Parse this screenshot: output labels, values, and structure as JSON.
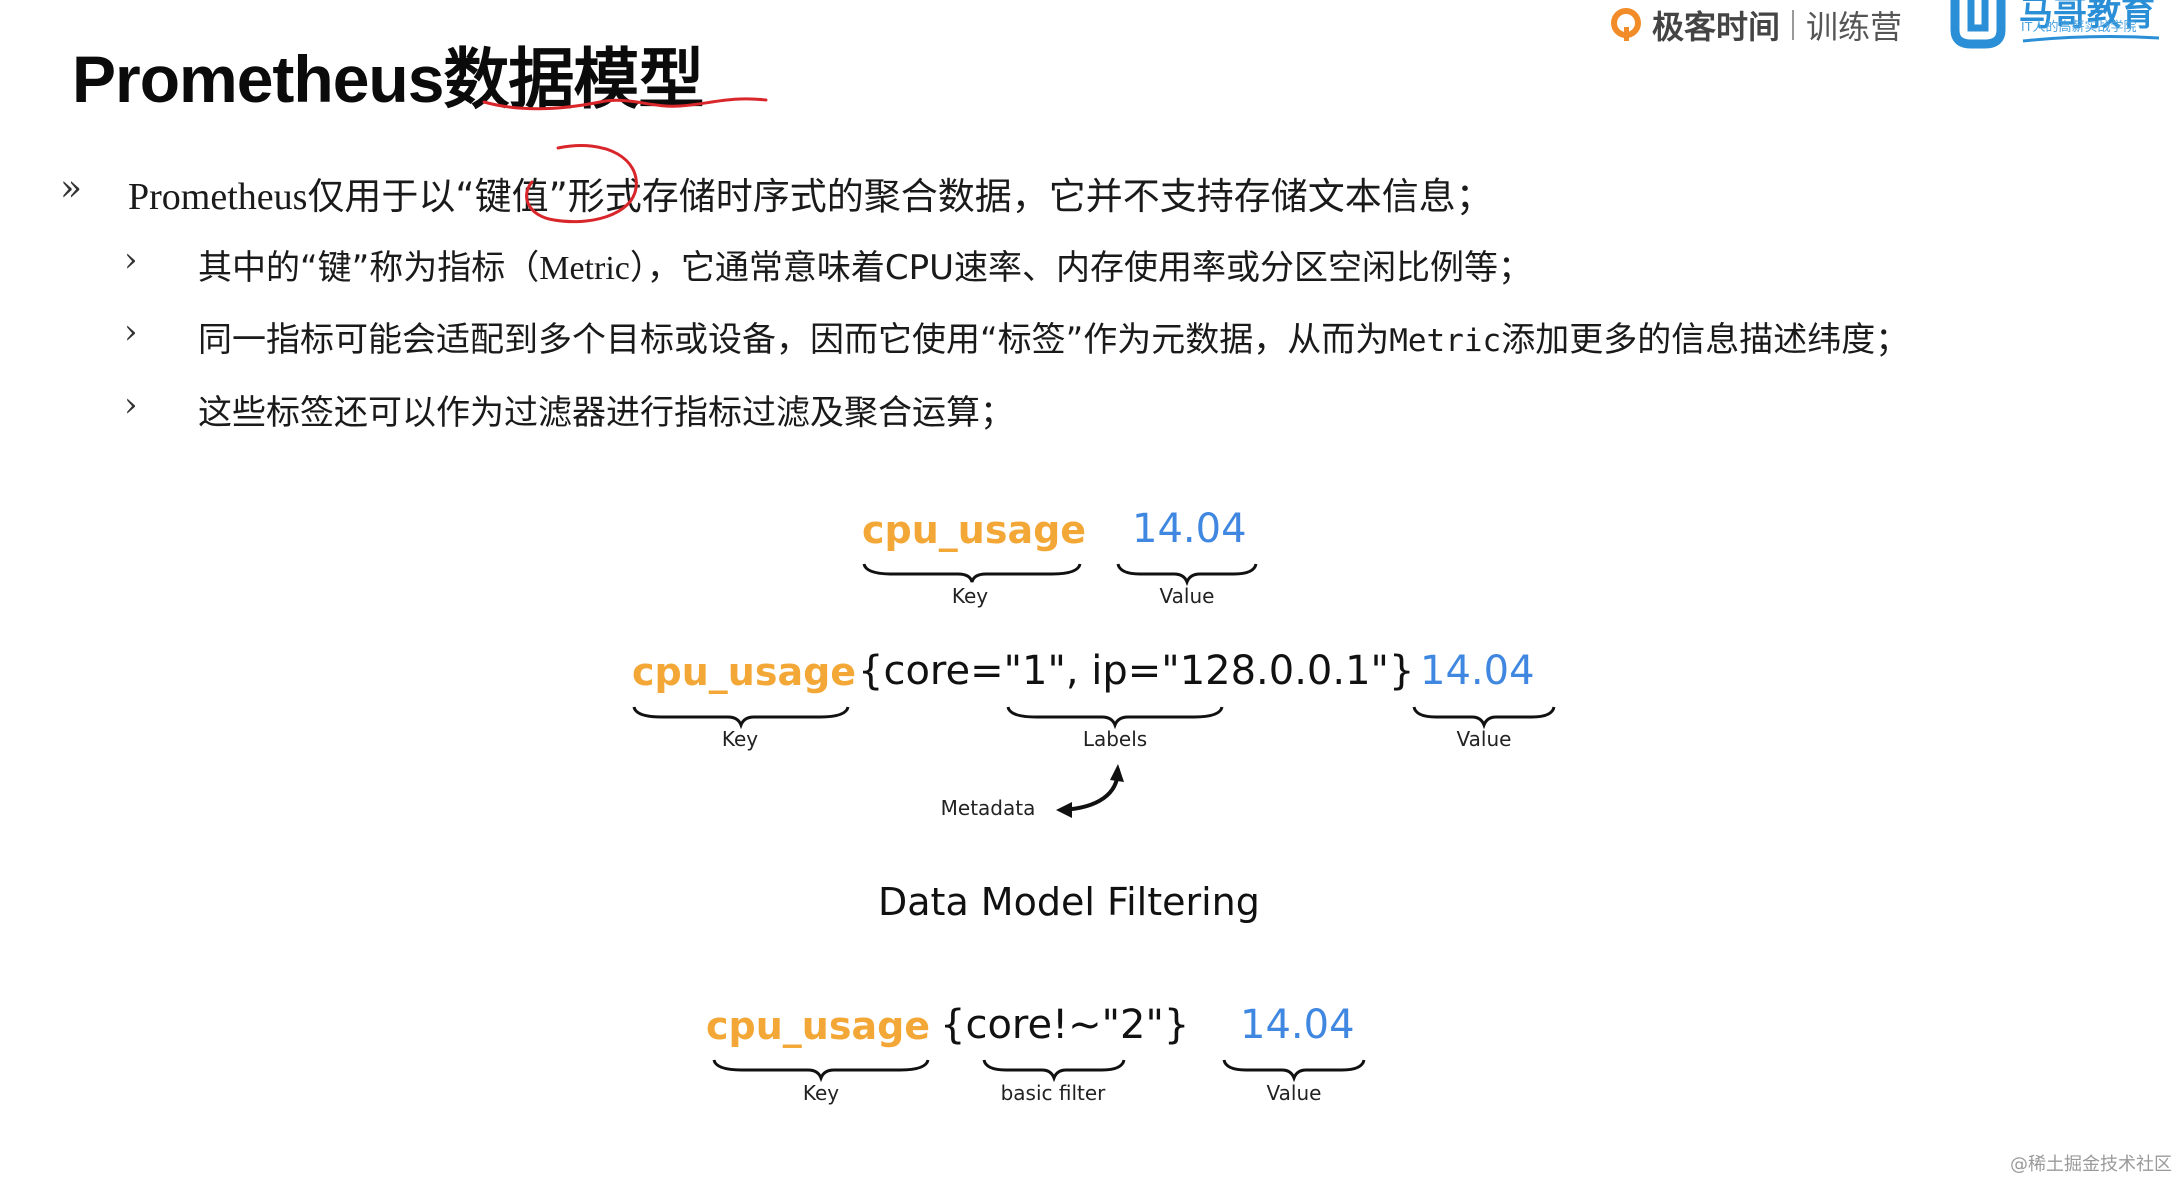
{
  "header": {
    "title": "Prometheus数据模型"
  },
  "branding": {
    "geektime": "极客时间",
    "camp": "训练营",
    "mage": "马哥教育",
    "mage_sub": "IT人的高薪实战学院"
  },
  "bullets": [
    {
      "mark": "»",
      "text_a": "Prometheus",
      "text_b": "仅用于以“",
      "text_c": "键值",
      "text_d": "”形式存储时序式的聚合数据，它并不支持存储文本信息；"
    }
  ],
  "sub_bullets": [
    {
      "mark": "›",
      "text_a": "其中的“键”称为指标（",
      "text_b": "Metric",
      "text_c": "），它通常意味着CPU速率、内存使用率或分区空闲比例等；"
    },
    {
      "mark": "›",
      "text_a": "同一指标可能会适配到多个目标或设备，因而它使用“标签”作为元数据，从而为",
      "text_b": "Metric",
      "text_c": "添加更多的信息描述纬度；"
    },
    {
      "mark": "›",
      "text_a": "这些标签还可以作为过滤器进行指标过滤及聚合运算；"
    }
  ],
  "diagram": {
    "row1": {
      "key": "cpu_usage",
      "value": "14.04",
      "key_caption": "Key",
      "value_caption": "Value"
    },
    "row2": {
      "key": "cpu_usage",
      "labels": "{core=\"1\", ip=\"128.0.0.1\"}",
      "value": "14.04",
      "key_caption": "Key",
      "labels_caption": "Labels",
      "value_caption": "Value",
      "metadata_caption": "Metadata"
    },
    "heading": "Data Model Filtering",
    "row3": {
      "key": "cpu_usage",
      "filter": "{core!~\"2\"}",
      "value": "14.04",
      "key_caption": "Key",
      "filter_caption": "basic filter",
      "value_caption": "Value"
    },
    "colors": {
      "key": "#f3a736",
      "value": "#3f87e0",
      "annotation": "#d9262b"
    }
  },
  "watermark": "@稀土掘金技术社区"
}
